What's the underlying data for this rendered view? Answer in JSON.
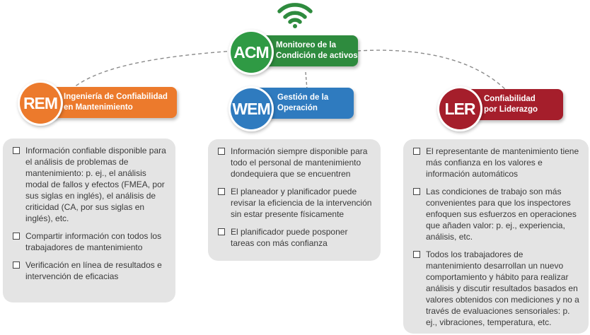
{
  "acm": {
    "abbr": "ACM",
    "label_line1": "Monitoreo de la",
    "label_line2": "Condición de activos",
    "color": "#2e8b3e",
    "badge_color": "#2f9a44"
  },
  "rem": {
    "abbr": "REM",
    "label_line1": "Ingeniería de Confiabilidad",
    "label_line2": "en Mantenimiento",
    "color": "#ec7a2c",
    "items": [
      "Información confiable disponible para el análisis de problemas de mantenimiento: p. ej., el análisis modal de fallos y efectos (FMEA, por sus siglas en inglés), el análisis de criticidad (CA, por sus siglas en inglés), etc.",
      "Compartir información con todos los trabajadores de mantenimiento",
      "Verificación en línea de resultados e intervención de eficacias"
    ]
  },
  "wem": {
    "abbr": "WEM",
    "label_line1": "Gestión de la",
    "label_line2": "Operación",
    "color": "#2f7bbf",
    "items": [
      "Información siempre disponible para todo el personal de mantenimiento dondequiera que se encuentren",
      "El planeador y planificador puede revisar la eficiencia de la intervención sin estar presente físicamente",
      "El planificador puede posponer tareas con más confianza"
    ]
  },
  "ler": {
    "abbr": "LER",
    "label_line1": "Confiabilidad",
    "label_line2": "por Liderazgo",
    "color": "#a51e2b",
    "items": [
      "El representante de mantenimiento tiene más confianza en los valores e información automáticos",
      "Las condiciones de trabajo son más convenientes para que los inspectores enfoquen sus esfuerzos en operaciones que añaden valor: p. ej., experiencia, análisis, etc.",
      "Todos los trabajadores de mantenimiento desarrollan un nuevo comportamiento y hábito para realizar análisis y discutir resultados basados en valores obtenidos con mediciones y no a través de evaluaciones sensoriales: p. ej., vibraciones, temperatura, etc."
    ]
  },
  "icons": {
    "top": "wifi-icon",
    "bullet": "checkbox-icon"
  }
}
